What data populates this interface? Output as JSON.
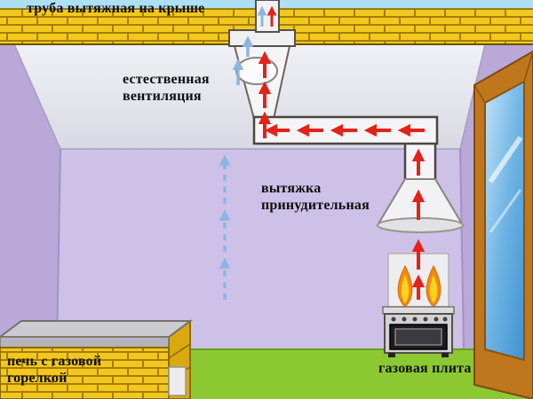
{
  "labels": {
    "roof_pipe": "труба вытяжная на крыше",
    "natural_vent": [
      "естественная",
      "вентиляция"
    ],
    "forced_vent": [
      "вытяжка",
      "принудительная"
    ],
    "gas_stove": "газовая плита",
    "furnace": [
      "печь с газовой",
      "горелкой"
    ]
  },
  "colors": {
    "sky": "#aedff2",
    "brick": "#f3c81e",
    "brick_mortar": "#a57d08",
    "wall_side": "#b9a8d8",
    "wall_back": "#cdc1e8",
    "ceiling": "#e9eaf0",
    "floor": "#8cc832",
    "window_frame": "#c0761c",
    "window_glass": "#4f9fd8",
    "duct": "#f5f5f7",
    "red_arrow": "#e32219",
    "blue_arrow": "#8fb4e2",
    "flame_outer": "#f28a12",
    "flame_inner": "#ffd21e"
  }
}
